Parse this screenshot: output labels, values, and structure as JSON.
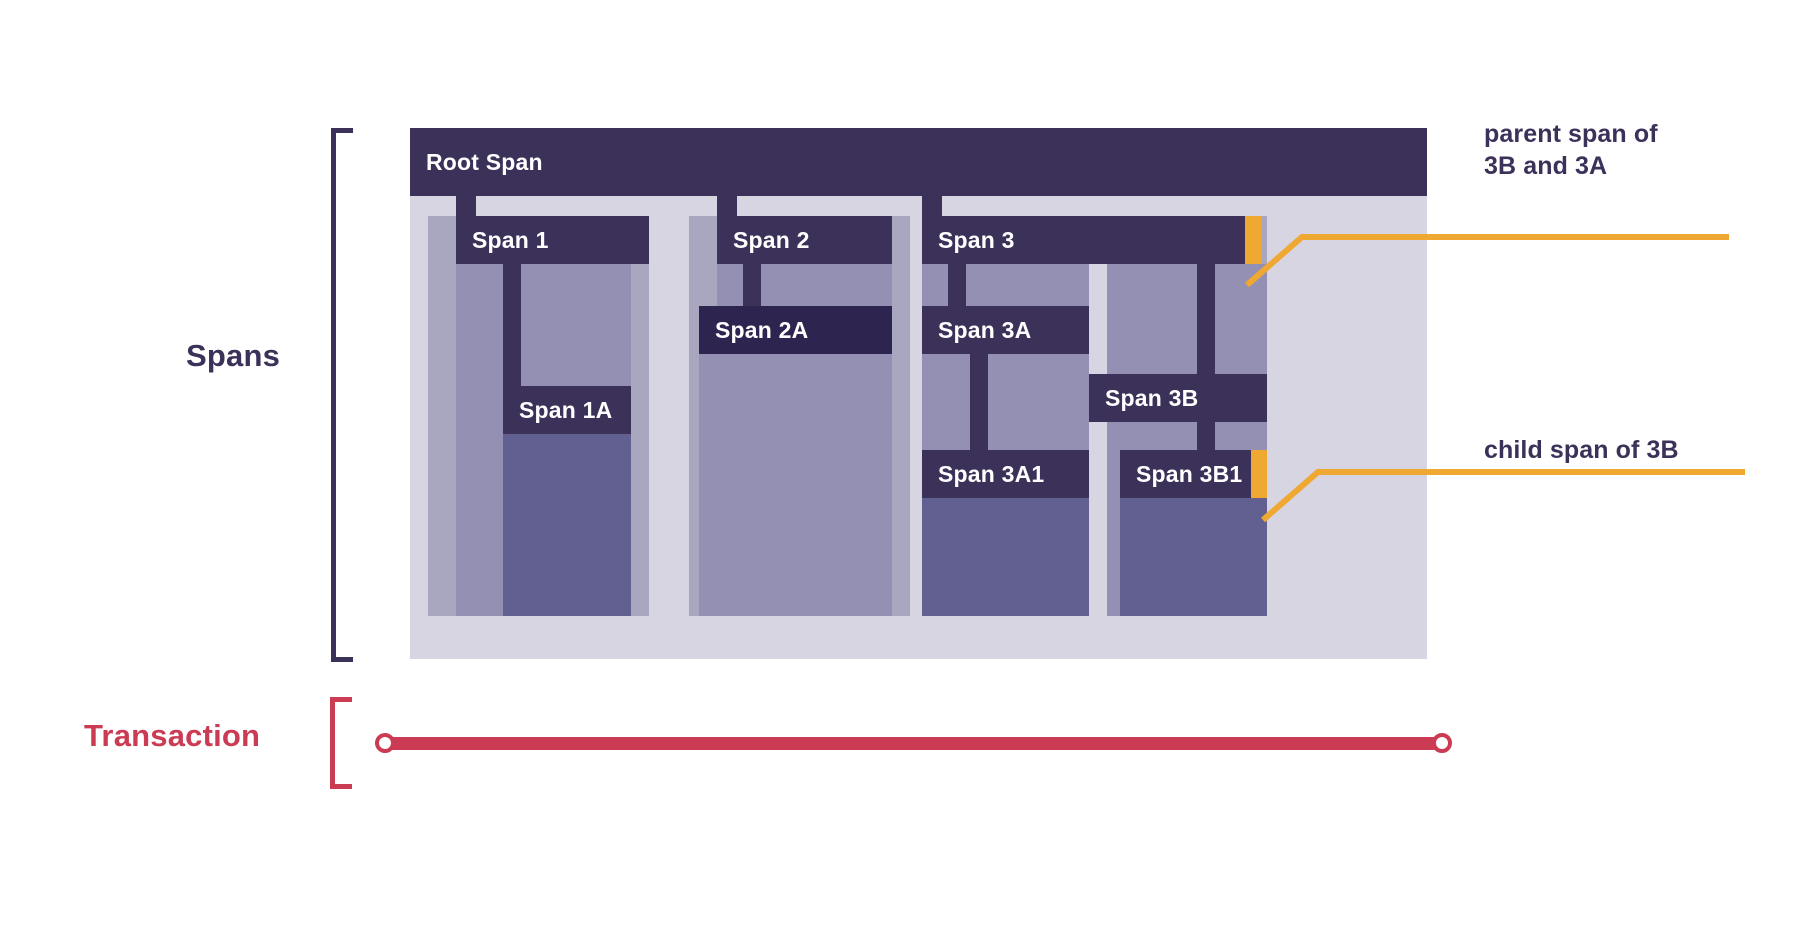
{
  "diagram": {
    "title_labels": {
      "spans": "Spans",
      "transaction": "Transaction"
    },
    "colors": {
      "span_bar": "#3C3159",
      "span_bar_alt": "#2E2450",
      "body_level1": "#A9A6C0",
      "body_level2": "#9490B4",
      "body_level3": "#625F91",
      "canvas_bg": "#D7D5E2",
      "highlight": "#EFA832",
      "transaction": "#CC3B54",
      "text_dark": "#3C3159",
      "text_light": "#FFFFFF"
    },
    "spans": [
      {
        "id": "root",
        "label": "Root Span",
        "depth": 0
      },
      {
        "id": "s1",
        "label": "Span 1",
        "depth": 1,
        "parent": "root"
      },
      {
        "id": "s1a",
        "label": "Span 1A",
        "depth": 2,
        "parent": "s1"
      },
      {
        "id": "s2",
        "label": "Span 2",
        "depth": 1,
        "parent": "root"
      },
      {
        "id": "s2a",
        "label": "Span 2A",
        "depth": 2,
        "parent": "s2"
      },
      {
        "id": "s3",
        "label": "Span 3",
        "depth": 1,
        "parent": "root"
      },
      {
        "id": "s3a",
        "label": "Span 3A",
        "depth": 2,
        "parent": "s3"
      },
      {
        "id": "s3a1",
        "label": "Span 3A1",
        "depth": 3,
        "parent": "s3a"
      },
      {
        "id": "s3b",
        "label": "Span 3B",
        "depth": 2,
        "parent": "s3"
      },
      {
        "id": "s3b1",
        "label": "Span 3B1",
        "depth": 3,
        "parent": "s3b"
      }
    ],
    "callouts": [
      {
        "id": "callout-parent",
        "text": "parent span of\n3B and 3A",
        "points_to": "s3"
      },
      {
        "id": "callout-child",
        "text": "child span of 3B",
        "points_to": "s3b1"
      }
    ]
  }
}
